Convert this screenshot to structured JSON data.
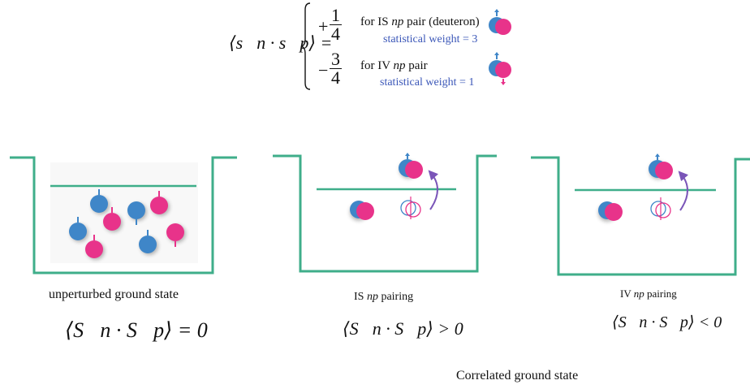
{
  "formula": {
    "lhs": "⟨s⃗n · s⃗p⟩ =",
    "case1": {
      "sign": "+",
      "num": "1",
      "den": "4",
      "text_pre": "for IS ",
      "text_em": "np",
      "text_post": " pair (deuteron)",
      "weight": "statistical weight = 3"
    },
    "case2": {
      "sign": "−",
      "num": "3",
      "den": "4",
      "text_pre": "for IV ",
      "text_em": "np",
      "text_post": " pair",
      "weight": "statistical weight = 1"
    }
  },
  "panels": [
    {
      "caption": "unperturbed ground state",
      "relation": "⟨S⃗n · S⃗p⟩ = 0"
    },
    {
      "caption_pre": "IS ",
      "caption_em": "np",
      "caption_post": " pairing",
      "relation": "⟨S⃗n · S⃗p⟩ > 0"
    },
    {
      "caption_pre": "IV ",
      "caption_em": "np",
      "caption_post": " pairing",
      "relation": "⟨S⃗n · S⃗p⟩ < 0"
    }
  ],
  "footer": "Correlated ground state",
  "colors": {
    "well": "#3fae8a",
    "neutron": "#3f86c8",
    "proton": "#e8338a",
    "arrow": "#7a55b8",
    "note": "#3b57b8"
  }
}
